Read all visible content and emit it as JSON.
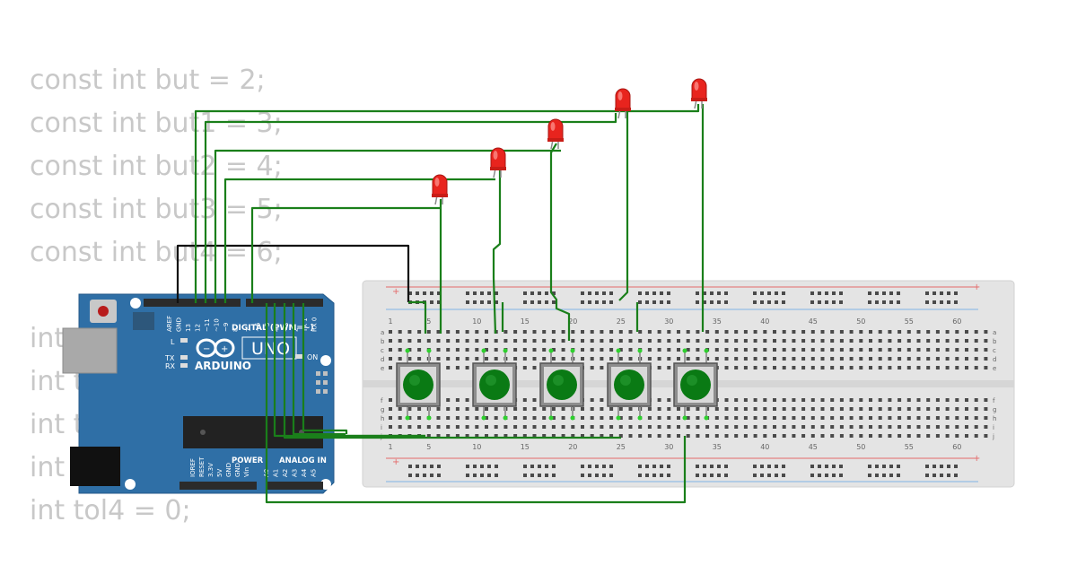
{
  "code_lines": [
    "const int but = 2;",
    "const int but1 = 3;",
    "const int but2 = 4;",
    "const int but3 = 5;",
    "const int but4 = 6;",
    "",
    "int",
    "int t",
    "int t",
    "int",
    "int tol4 = 0;"
  ],
  "arduino": {
    "brand": "ARDUINO",
    "model": "UNO",
    "digital_label": "DIGITAL (PWM=~)",
    "power_label": "POWER",
    "analog_label": "ANALOG IN",
    "led_l": "L",
    "led_tx": "TX",
    "led_rx": "RX",
    "on_label": "ON",
    "top_pins": [
      "AREF",
      "GND",
      "13",
      "12",
      "~11",
      "~10",
      "~9",
      "8",
      "7",
      "~6",
      "~5",
      "4",
      "~3",
      "2",
      "TX 1",
      "RX 0"
    ],
    "bottom_pins": [
      "IOREF",
      "RESET",
      "3.3V",
      "5V",
      "GND",
      "GND",
      "Vin",
      "A0",
      "A1",
      "A2",
      "A3",
      "A4",
      "A5"
    ]
  },
  "breadboard": {
    "column_numbers": [
      "1",
      "5",
      "10",
      "15",
      "20",
      "25",
      "30",
      "35",
      "40",
      "45",
      "50",
      "55",
      "60"
    ],
    "row_letters_top": [
      "a",
      "b",
      "c",
      "d",
      "e"
    ],
    "row_letters_bottom": [
      "f",
      "g",
      "h",
      "i",
      "j"
    ],
    "plus": "+",
    "minus": "-"
  },
  "components": {
    "leds": 5,
    "buttons": 5,
    "led_color": "#e8241e",
    "button_color": "#0a7a14",
    "wire_color": "#1a7f1a",
    "gnd_wire_color": "#111111",
    "board_color": "#2f6fa6"
  }
}
